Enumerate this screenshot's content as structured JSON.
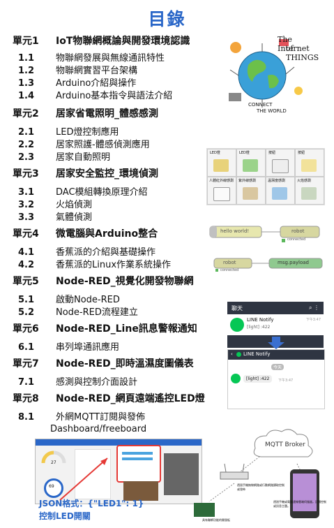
{
  "title": "目錄",
  "units": [
    {
      "num": "單元1",
      "name": "IoT物聯網概論與開發環境認識",
      "items": [
        {
          "num": "1.1",
          "text": "物聯網發展與無線通訊特性"
        },
        {
          "num": "1.2",
          "text": "物聯網實習平台架構"
        },
        {
          "num": "1.3",
          "text": "Arduino介紹與操作"
        },
        {
          "num": "1.4",
          "text": "Arduino基本指令與語法介紹"
        }
      ]
    },
    {
      "num": "單元2",
      "name": "居家省電照明_體感感測",
      "items": [
        {
          "num": "2.1",
          "text": "LED燈控制應用"
        },
        {
          "num": "2.2",
          "text": "居家照護-體感偵測應用"
        },
        {
          "num": "2.3",
          "text": "居家自動照明"
        }
      ]
    },
    {
      "num": "單元3",
      "name": "居家安全監控_環境偵測",
      "items": [
        {
          "num": "3.1",
          "text": "DAC模組轉換原理介紹"
        },
        {
          "num": "3.2",
          "text": "火焰偵測"
        },
        {
          "num": "3.3",
          "text": "氣體偵測"
        }
      ]
    },
    {
      "num": "單元4",
      "name": "微電腦與Arduino整合",
      "items": [
        {
          "num": "4.1",
          "text": "香蕉派的介紹與基礎操作"
        },
        {
          "num": "4.2",
          "text": "香蕉派的Linux作業系統操作"
        }
      ]
    },
    {
      "num": "單元5",
      "name": "Node-RED_視覺化開發物聯網",
      "items": [
        {
          "num": "5.1",
          "text": "啟動Node-RED"
        },
        {
          "num": "5.2",
          "text": "Node-RED流程建立"
        }
      ]
    },
    {
      "num": "單元6",
      "name": "Node-RED_Line訊息警報通知",
      "items": [
        {
          "num": "6.1",
          "text": "串列埠通訊應用"
        }
      ]
    },
    {
      "num": "單元7",
      "name": "Node-RED_即時溫濕度圖儀表",
      "items": [
        {
          "num": "7.1",
          "text": "感測與控制介面設計"
        }
      ]
    },
    {
      "num": "單元8",
      "name": "Node-RED_網頁遠端遙控LED燈",
      "items": [
        {
          "num": "8.1",
          "text": "外網MQTT訂閱與發佈"
        }
      ]
    }
  ],
  "illustrations": {
    "world": {
      "line1": "The Internet",
      "line2": "of THINGS",
      "connect": "CONNECT",
      "the_world": "THE WORLD"
    },
    "sensors": [
      "LED燈",
      "LED燈",
      "按鈕",
      "按鈕",
      "人體紅外線感測",
      "紫外線感測",
      "溫濕度感測",
      "火焰感測"
    ],
    "flow": {
      "node1": "hello world!",
      "node2": "robot",
      "status1": "connected",
      "node3": "robot",
      "node4": "msg.payload",
      "status2": "connected"
    },
    "line": {
      "header": "聊天",
      "sender": "LINE Notify",
      "msg": "[light] :422",
      "time": "下午3:47",
      "chat_title": "LINE Notify",
      "date": "今天",
      "msg2": "[light] :422",
      "time2": "下午3:47"
    },
    "dashboard": {
      "caption": "Dashboard/freeboard",
      "g1": "27",
      "g2": "69"
    },
    "mqtt": {
      "broker": "MQTT Broker",
      "note1": "透過手機無線網路或行動網路讀取控制或發佈",
      "note2": "透過手機或電腦連線雲端伺服器，訂閱控制或訊息主題。",
      "note3": "具有聯網功能的開發板"
    },
    "json_label": "JSON格式：{\"LED1\": 1}",
    "ctrl_label": "控制LED開關"
  },
  "colors": {
    "title": "#2a67c8",
    "label": "#2a67c8",
    "arrow": "#3a6fd0",
    "red": "#e53935",
    "green": "#06c755"
  }
}
